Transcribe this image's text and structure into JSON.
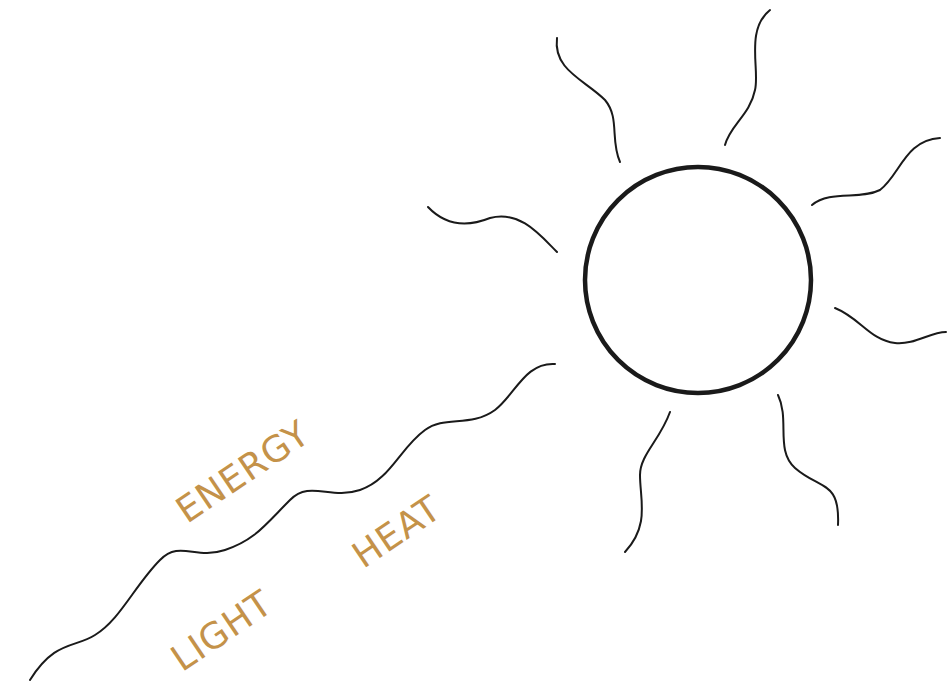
{
  "diagram": {
    "labels": [
      "ENERGY",
      "LIGHT",
      "HEAT"
    ]
  }
}
